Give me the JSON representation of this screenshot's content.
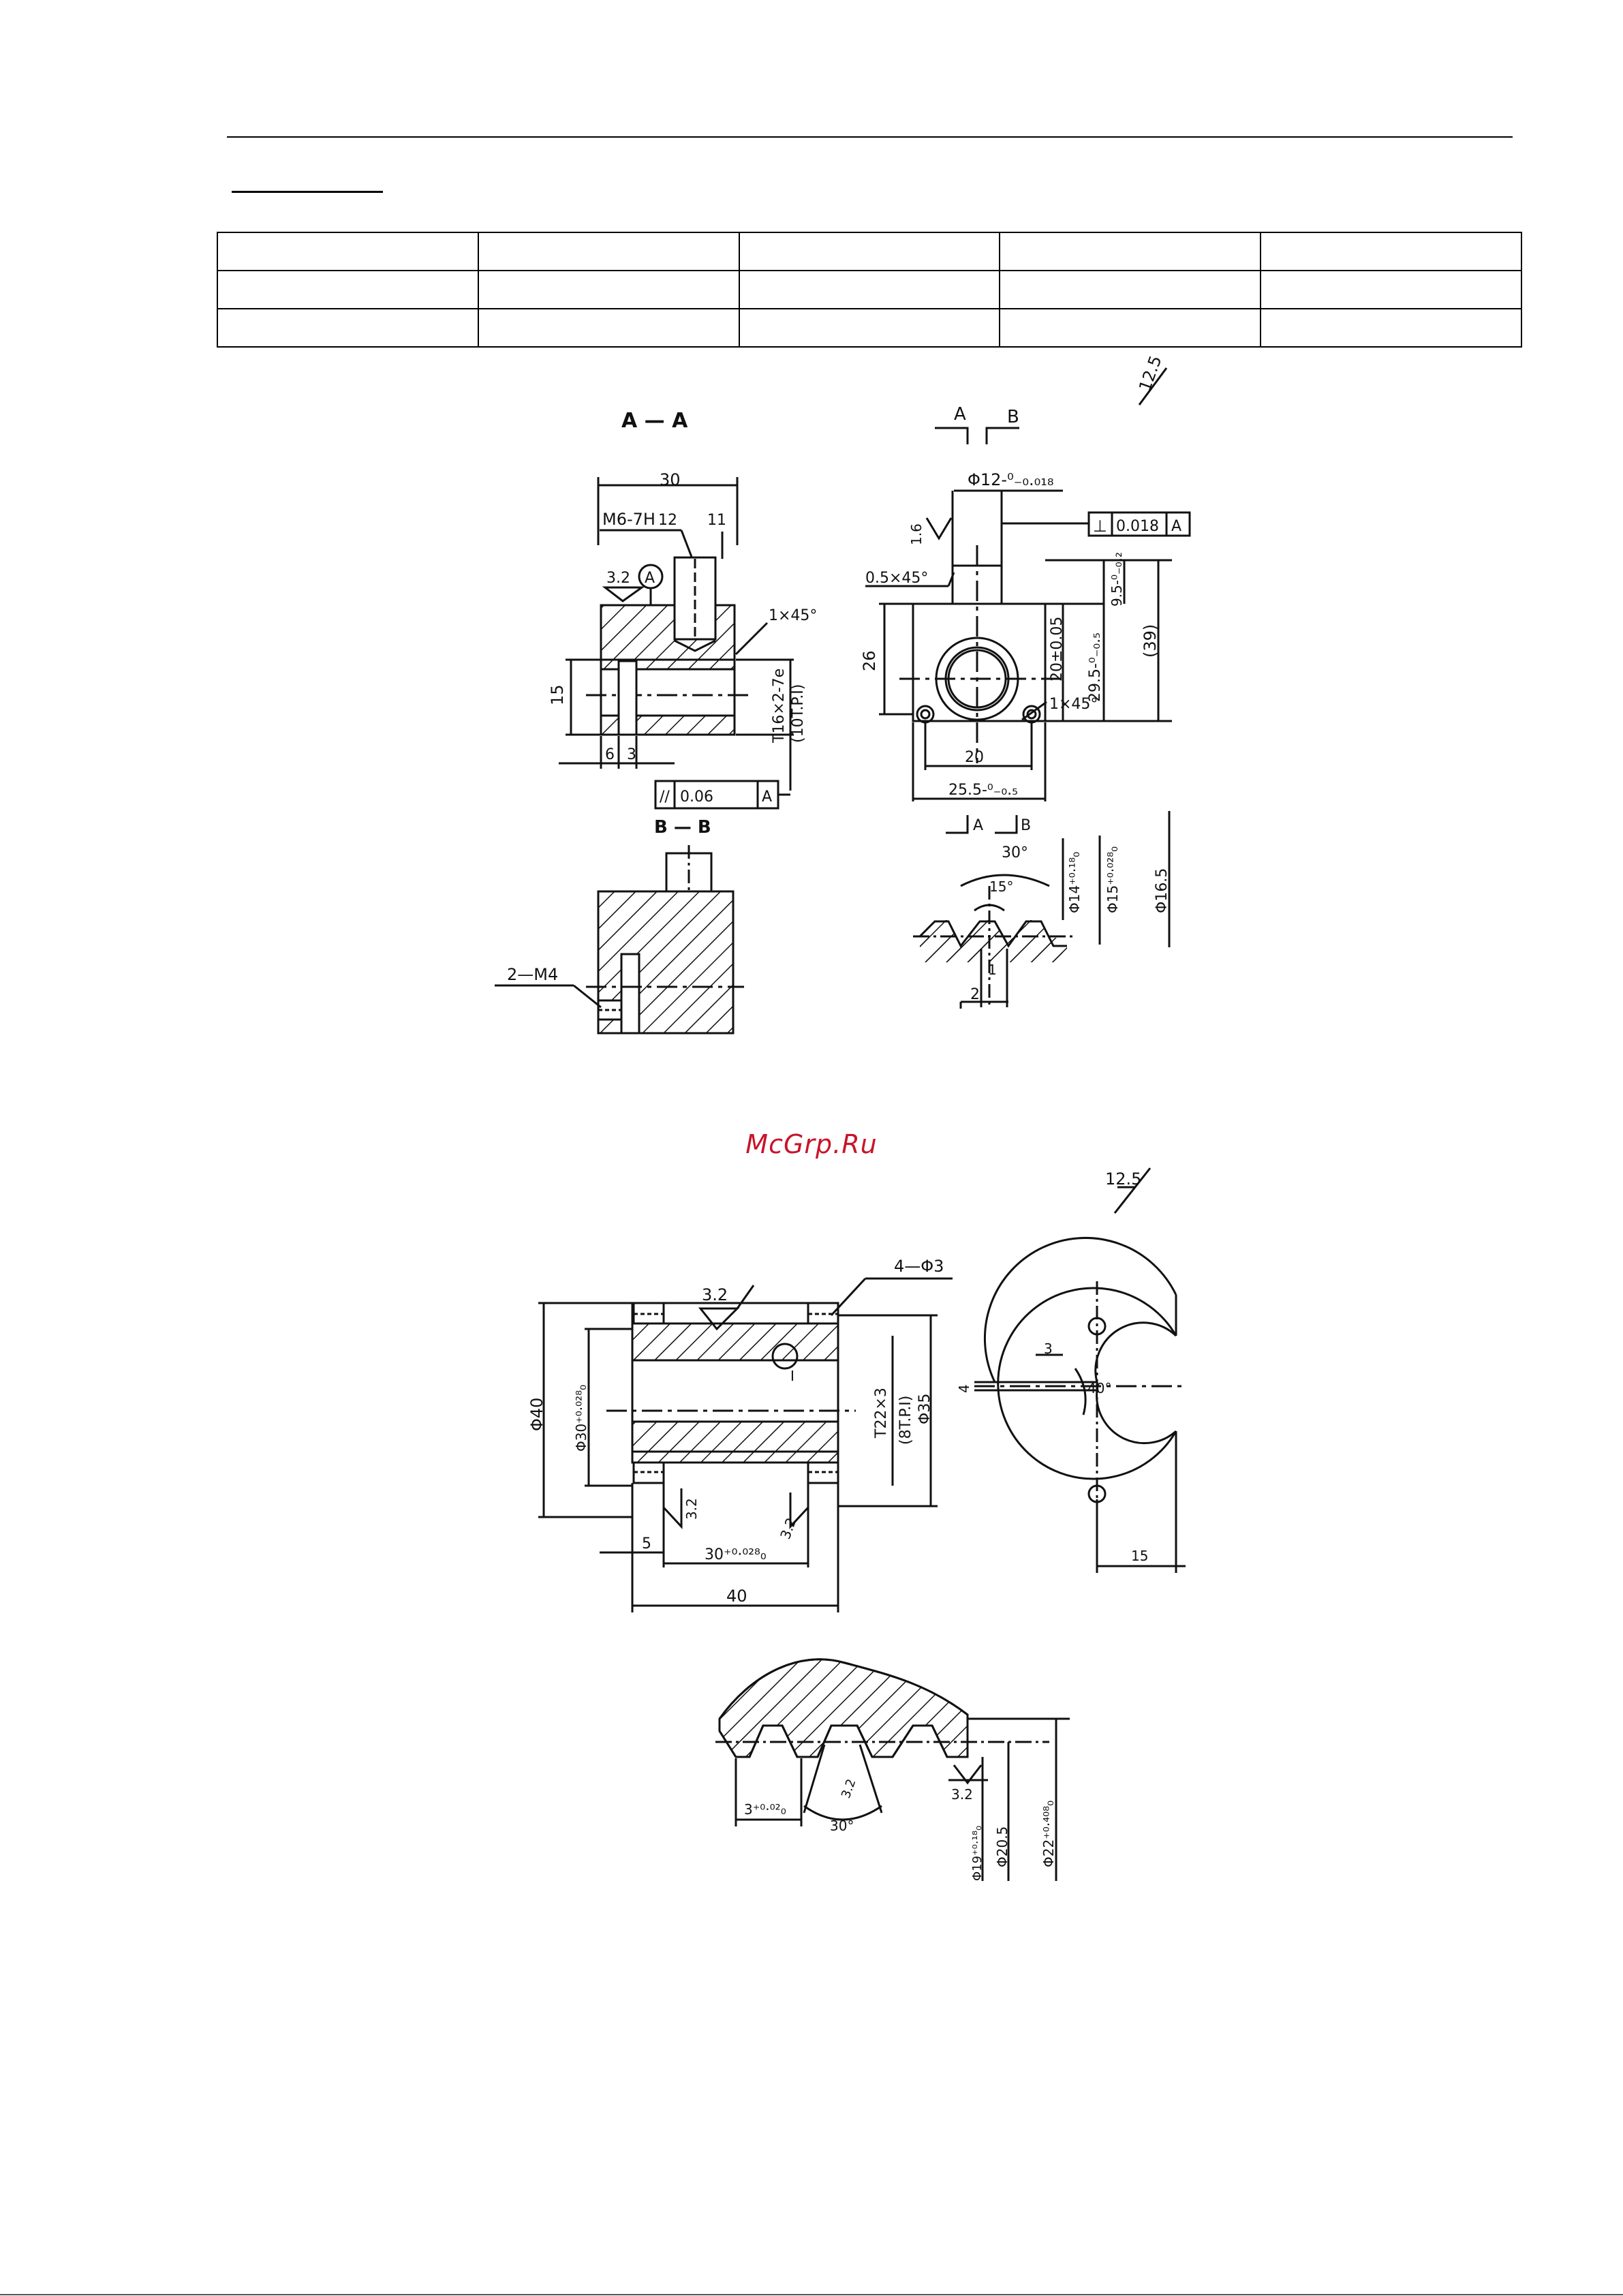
{
  "watermark": "McGrp.Ru",
  "table": {
    "rows": 3,
    "cols": 5
  },
  "drawing1": {
    "roughness": "12.5",
    "views": {
      "section_aa": "A — A",
      "section_bb": "B — B",
      "a_label": "A",
      "b_label": "B"
    },
    "dims": {
      "d30": "30",
      "m6": "M6-7H",
      "d12a": "12",
      "d11": "11",
      "ra32": "3.2",
      "datum_a": "A",
      "d15": "15",
      "d6": "6",
      "d3": "3",
      "chamfer1": "1×45°",
      "thread": "T16×2-7e",
      "thread_sub": "(10T.P.I)",
      "parallel": "0.06",
      "phi12": "Φ12-⁰₋₀.₀₁₈",
      "perp": "0.018",
      "chamfer05": "0.5×45°",
      "d26": "26",
      "d20h": "20±0.05",
      "d295": "29.5-⁰₋₀.₅",
      "d95": "9.5-⁰₋₀.₂",
      "d39": "(39)",
      "d20": "20",
      "d255": "25.5-⁰₋₀.₅",
      "ra16": "1.6",
      "chamfer1b": "1×45°",
      "m4": "2—M4",
      "ang30": "30°",
      "ang15": "15°",
      "phi14": "Φ14⁺⁰·¹⁸₀",
      "phi15": "Φ15⁺⁰·⁰²⁸₀",
      "phi165": "Φ16.5",
      "d2": "2",
      "d1": "1"
    }
  },
  "drawing2": {
    "roughness": "12.5",
    "dims": {
      "holes": "4—Φ3",
      "ra32a": "3.2",
      "phi40": "Φ40",
      "phi30": "Φ30⁺⁰·⁰²⁸₀",
      "thread": "T22×3",
      "thread_sub": "(8T.P.I)",
      "phi35": "Φ35",
      "detail": "I",
      "d5": "5",
      "ra32b": "3.2",
      "d30": "30⁺⁰·⁰²⁸₀",
      "ra32c": "3.2",
      "d40": "40",
      "d3": "3",
      "ang40": "40°",
      "d4": "4",
      "d15": "15"
    },
    "detail_dims": {
      "d3": "3⁺⁰·⁰²₀",
      "ra32a": "3.2",
      "ang30": "30°",
      "ra32b": "3.2",
      "phi19": "Φ19⁺⁰·¹⁸₀",
      "phi205": "Φ20.5",
      "phi22": "Φ22⁺⁰·⁴⁰⁸₀"
    }
  }
}
